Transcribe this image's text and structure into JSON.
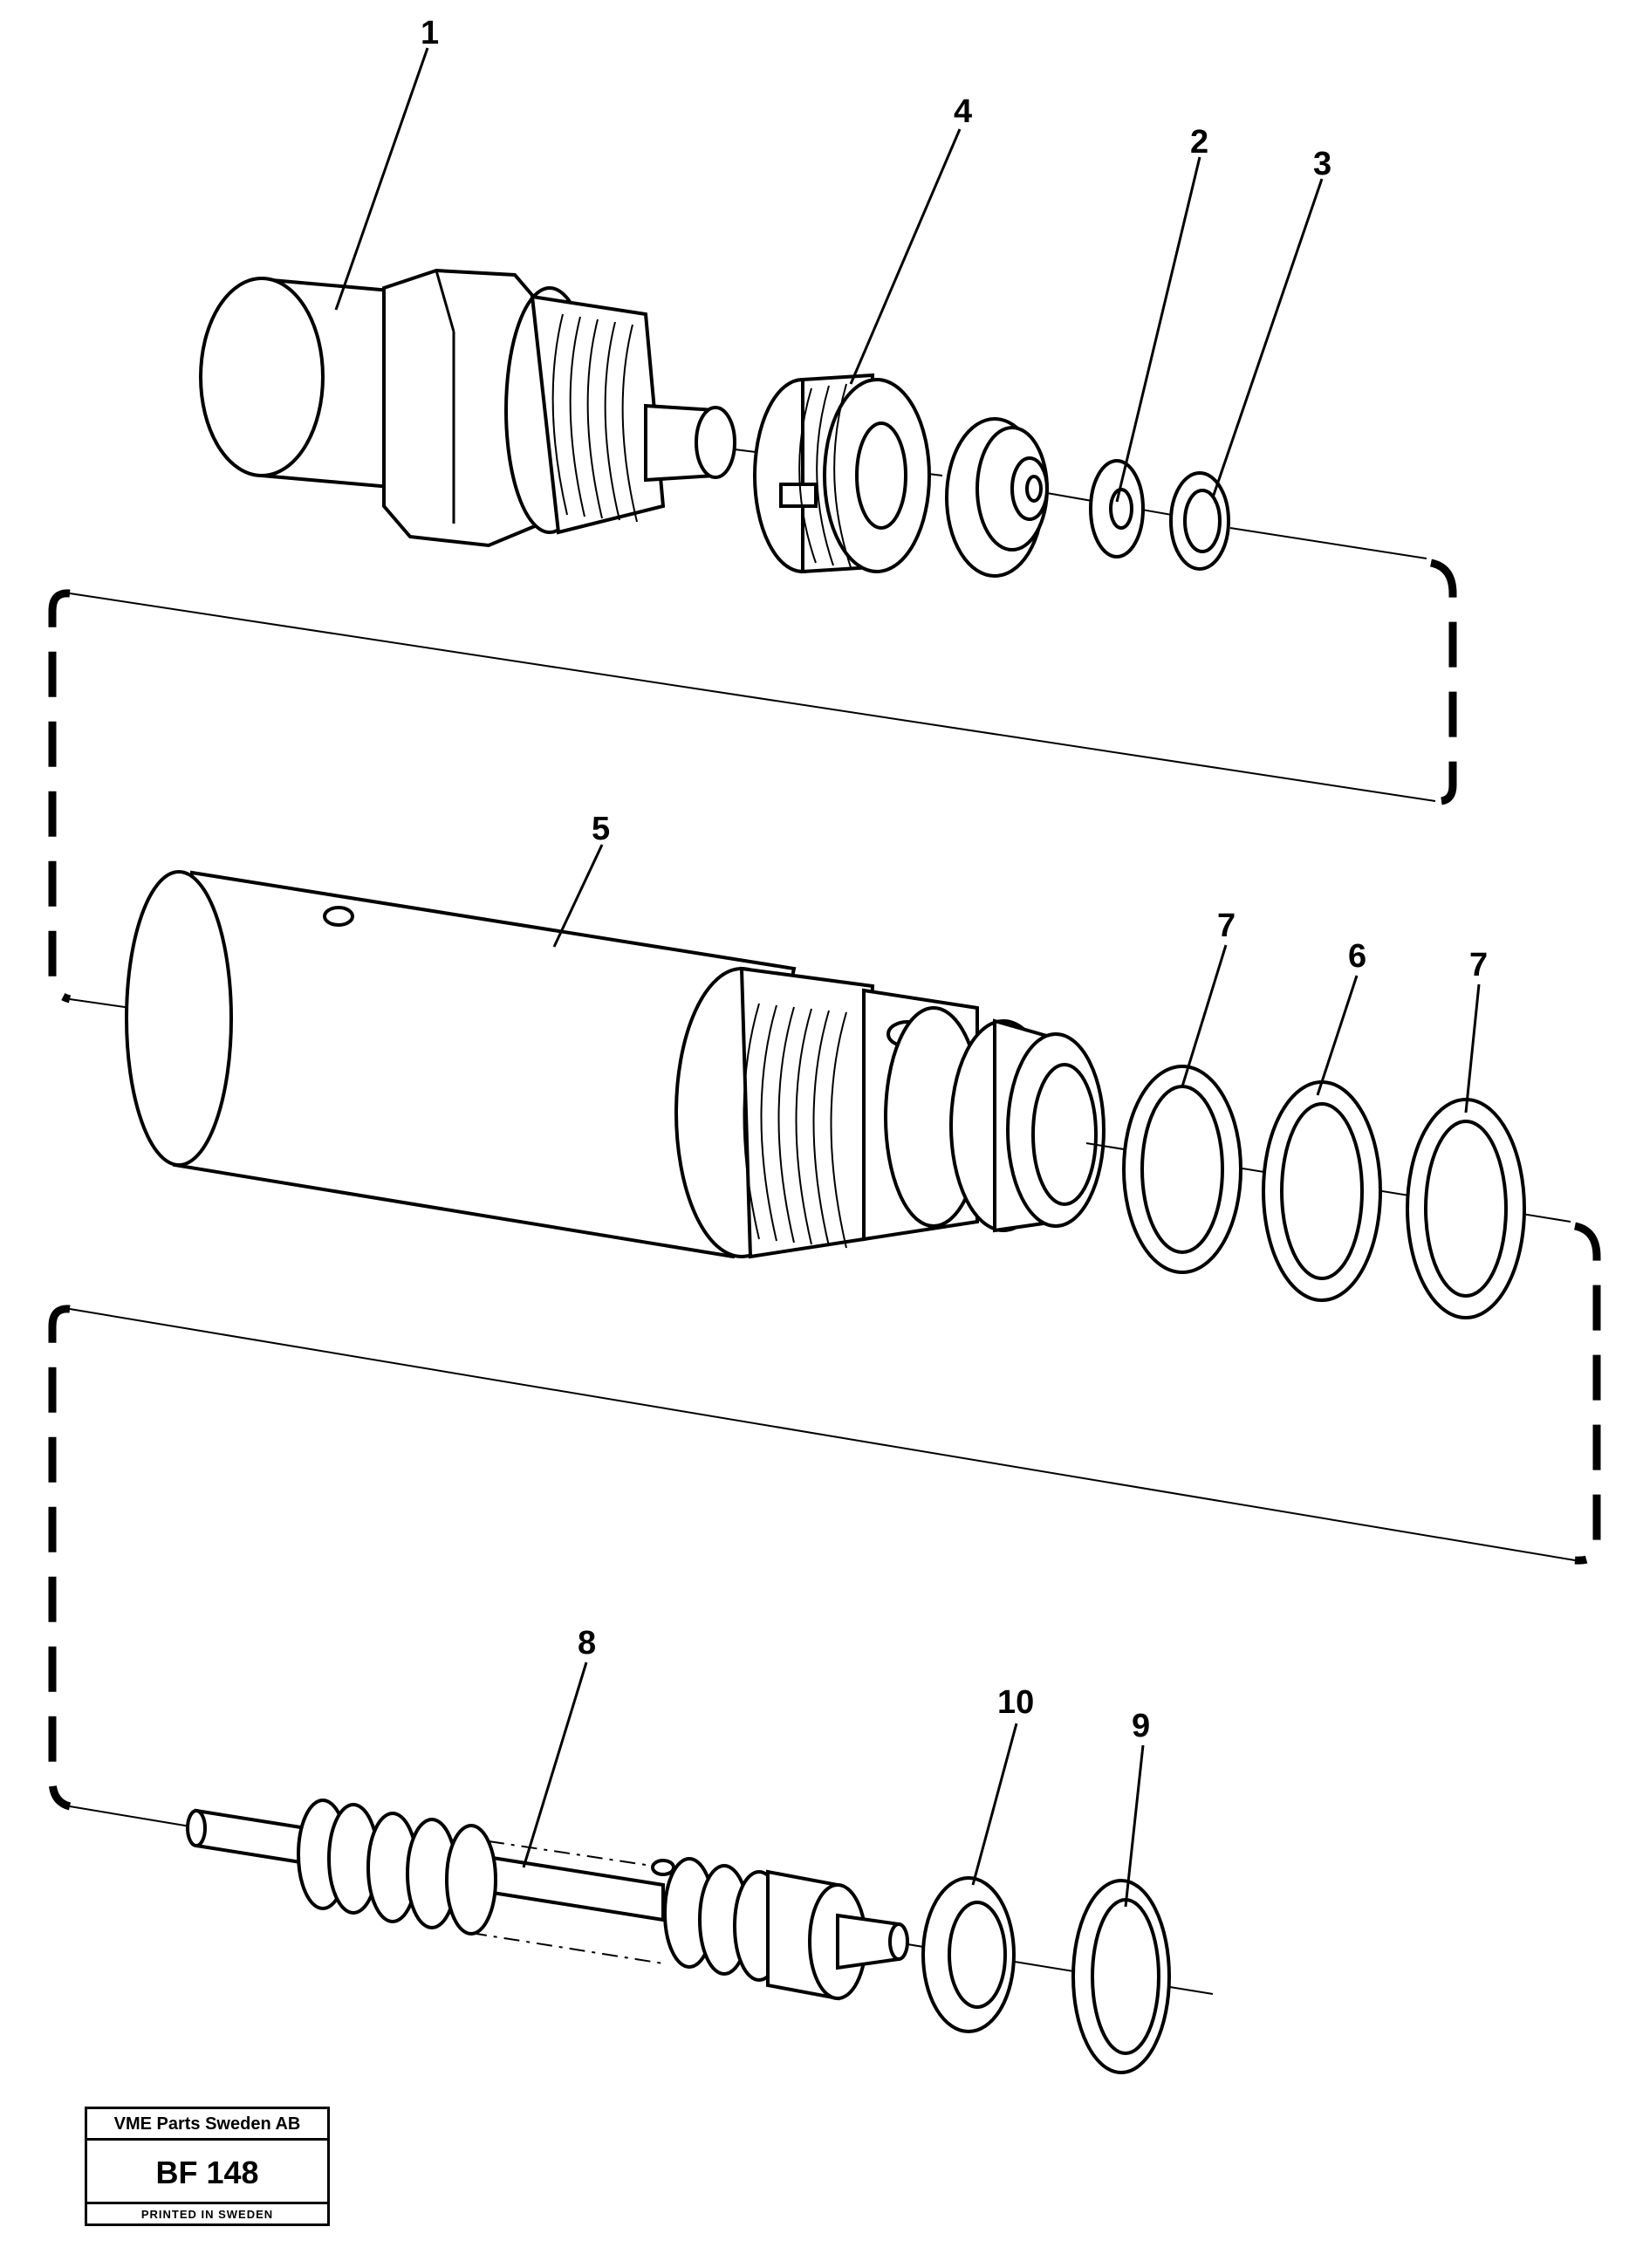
{
  "callouts": [
    {
      "id": "1",
      "text": "1"
    },
    {
      "id": "2",
      "text": "2"
    },
    {
      "id": "3",
      "text": "3"
    },
    {
      "id": "4",
      "text": "4"
    },
    {
      "id": "5",
      "text": "5"
    },
    {
      "id": "6",
      "text": "6"
    },
    {
      "id": "7a",
      "text": "7"
    },
    {
      "id": "7b",
      "text": "7"
    },
    {
      "id": "8",
      "text": "8"
    },
    {
      "id": "9",
      "text": "9"
    },
    {
      "id": "10",
      "text": "10"
    }
  ],
  "title_block": {
    "company": "VME Parts Sweden AB",
    "code": "BF 148",
    "printed": "PRINTED IN SWEDEN"
  }
}
